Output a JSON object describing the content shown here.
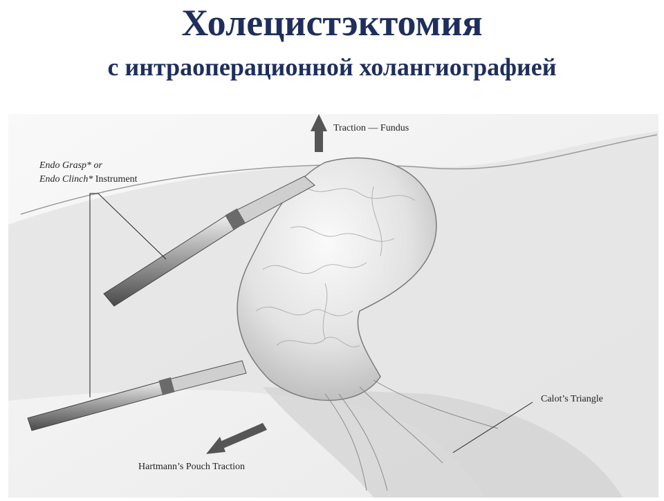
{
  "slide": {
    "title": "Холецистэктомия",
    "subtitle": "с интраоперационной холангиографией"
  },
  "labels": {
    "traction_fundus": "Traction — Fundus",
    "instrument_line1": "Endo Grasp* or",
    "instrument_line2_italic": "Endo Clinch*",
    "instrument_line2_rest": " Instrument",
    "calots_triangle": "Calot’s Triangle",
    "hartmann_traction": "Hartmann’s Pouch Traction"
  },
  "colors": {
    "title": "#1f2f5c",
    "arrow": "#555555",
    "tissue": "#e6e6e6"
  },
  "icons": {
    "up_arrow": "arrow-up-icon",
    "down_left_arrow": "arrow-down-left-icon"
  }
}
